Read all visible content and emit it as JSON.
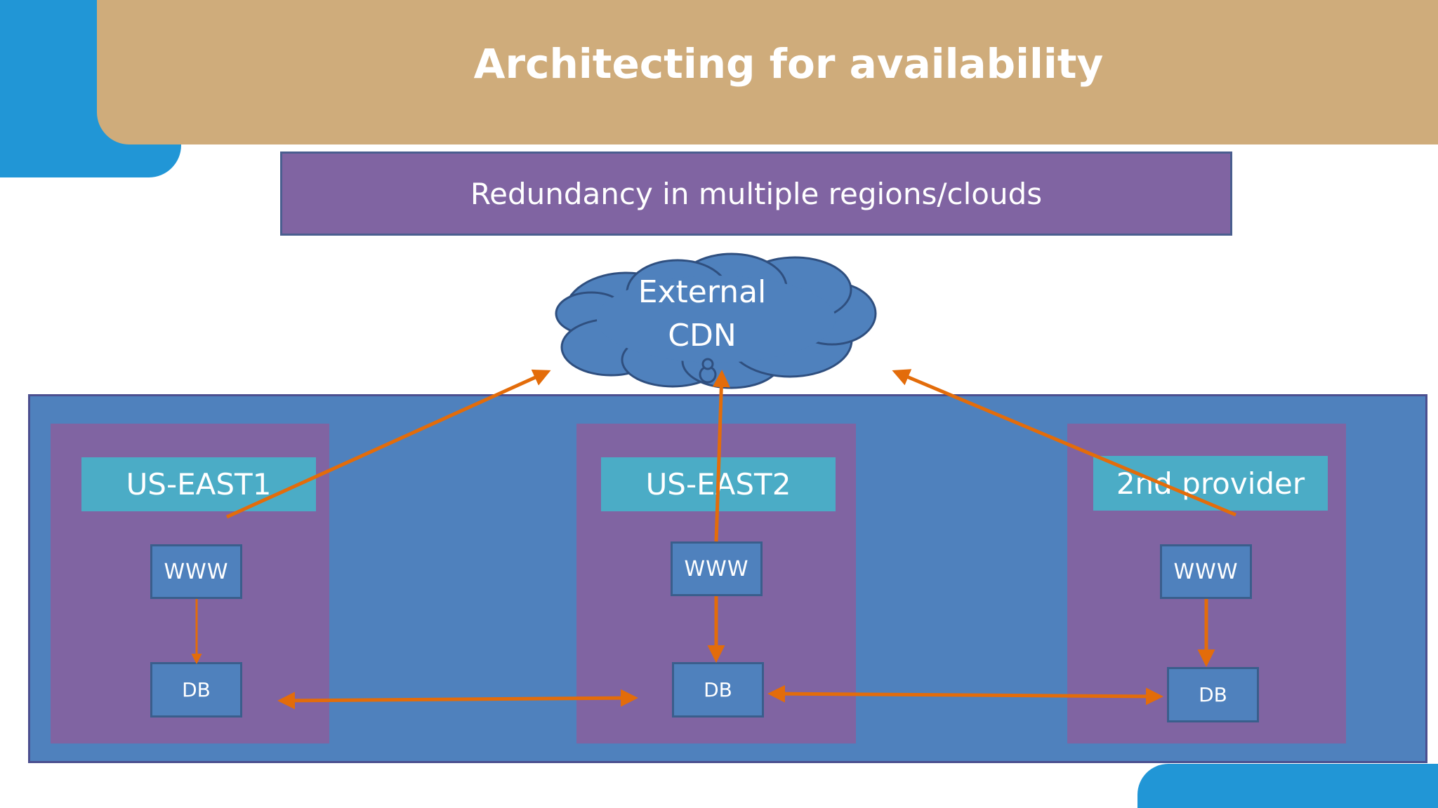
{
  "slide": {
    "title": "Architecting for availability",
    "subtitle": "Redundancy in multiple regions/clouds"
  },
  "cdn": {
    "line1": "External",
    "line2": "CDN"
  },
  "regions": [
    {
      "label": "US-EAST1",
      "www": "WWW",
      "db": "DB"
    },
    {
      "label": "US-EAST2",
      "www": "WWW",
      "db": "DB"
    },
    {
      "label": "2nd provider",
      "www": "WWW",
      "db": "DB"
    }
  ],
  "colors": {
    "banner": "#cfac7b",
    "accent_blue": "#2196d6",
    "container": "#4f81bd",
    "region": "#8064a2",
    "label": "#4bacc6",
    "arrow": "#e36c0a"
  }
}
